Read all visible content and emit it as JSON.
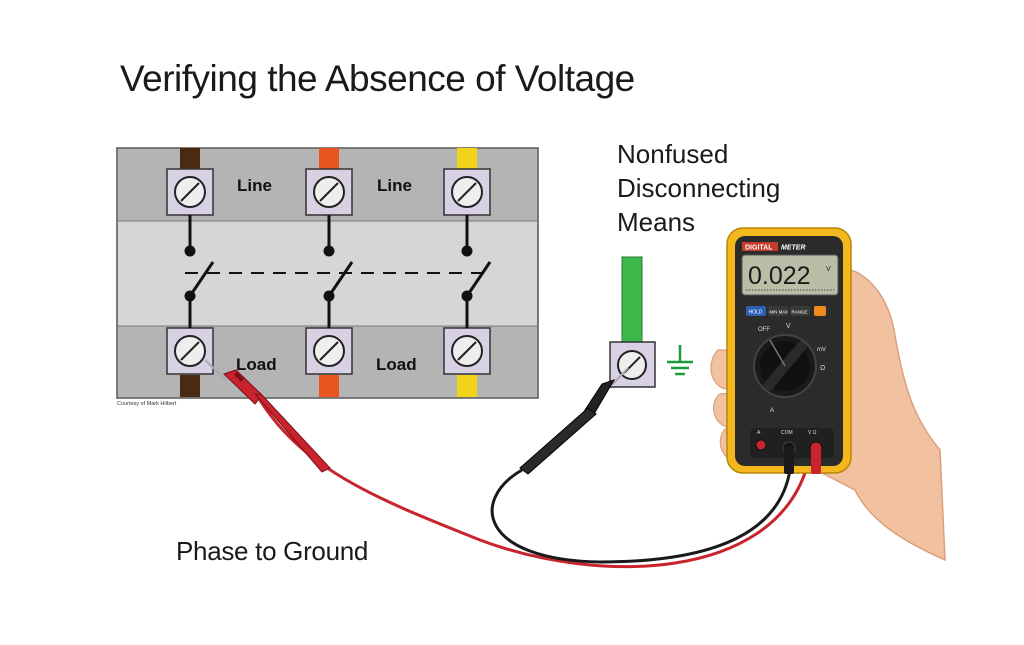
{
  "title": "Verifying the Absence of Voltage",
  "disconnect": {
    "label_lines": [
      "Nonfused",
      "Disconnecting",
      "Means"
    ],
    "labels": {
      "line_left": "Line",
      "line_right": "Line",
      "load_left": "Load",
      "load_right": "Load"
    }
  },
  "meter": {
    "brand_left": "DIGITAL",
    "brand_right": "METER",
    "reading": "0.022",
    "reading_unit": "V",
    "buttons": [
      "HOLD",
      "MIN MAX",
      "RANGE"
    ],
    "dial_labels": [
      "OFF",
      "V",
      "mV",
      "Ω",
      "A"
    ],
    "jack_labels": [
      "A",
      "COM",
      "V Ω"
    ]
  },
  "measurement_label": "Phase to Ground",
  "credit": "Courtesy of Mark Hilbert",
  "colors": {
    "phase_a": "#4a2b12",
    "phase_b": "#e8551f",
    "phase_c": "#f2d21a",
    "ground_bar": "#3db84a",
    "ground_symbol": "#1e9a3a",
    "meter_body": "#f5b81c",
    "red_lead": "#c9242e",
    "black_lead": "#1a1a1a"
  },
  "icons": [
    "screw-terminal-icon",
    "ground-symbol-icon",
    "meter-dial-icon"
  ]
}
